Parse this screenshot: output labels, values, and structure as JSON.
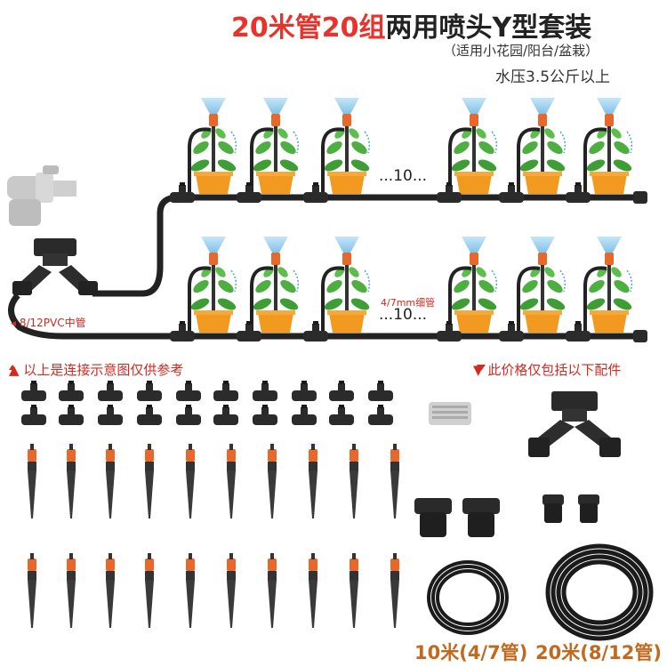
{
  "title": {
    "part1": "20米管20组",
    "part2": "两用喷头Y型套装"
  },
  "subtitle": "（适用小花园/阳台/盆栽）",
  "pressure_note": "水压3.5公斤以上",
  "diagram": {
    "dots_top": "...10...",
    "dots_bottom": "...10...",
    "thin_tube_label": "4/7mm细管",
    "main_tube_label": "8/12PVC中管"
  },
  "notes": {
    "left": "以上是连接示意图仅供参考",
    "right": "此价格仅包括以下配件"
  },
  "captions": {
    "tube_10m": "10米(4/7管)",
    "tube_20m": "20米(8/12管)"
  },
  "colors": {
    "accent_red": "#e8322c",
    "pot_orange": "#f29a1f",
    "nozzle_orange": "#e8682c",
    "pipe": "#222222"
  }
}
